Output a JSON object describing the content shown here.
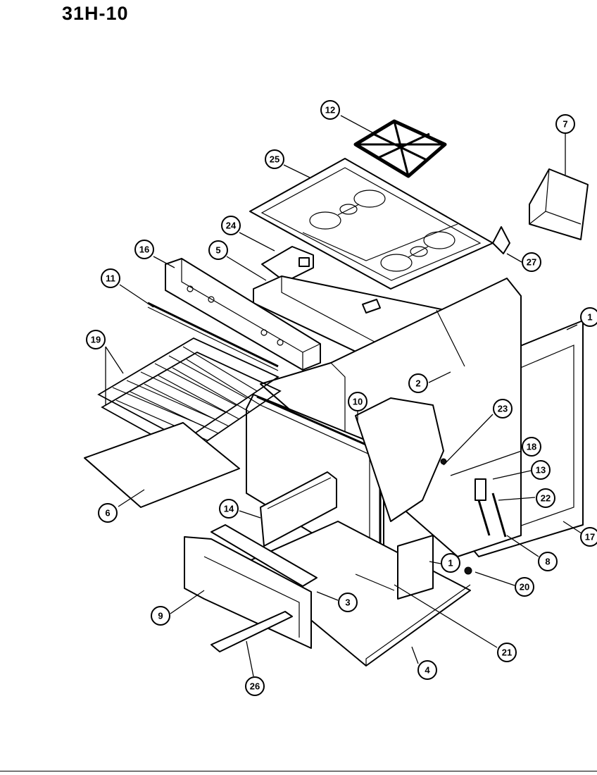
{
  "title": "31H-10",
  "callouts": [
    {
      "label": "12"
    },
    {
      "label": "7"
    },
    {
      "label": "25"
    },
    {
      "label": "24"
    },
    {
      "label": "27"
    },
    {
      "label": "16"
    },
    {
      "label": "5"
    },
    {
      "label": "11"
    },
    {
      "label": "1"
    },
    {
      "label": "19"
    },
    {
      "label": "2"
    },
    {
      "label": "10"
    },
    {
      "label": "23"
    },
    {
      "label": "18"
    },
    {
      "label": "13"
    },
    {
      "label": "22"
    },
    {
      "label": "17"
    },
    {
      "label": "6"
    },
    {
      "label": "14"
    },
    {
      "label": "8"
    },
    {
      "label": "1"
    },
    {
      "label": "20"
    },
    {
      "label": "3"
    },
    {
      "label": "9"
    },
    {
      "label": "21"
    },
    {
      "label": "4"
    },
    {
      "label": "26"
    }
  ]
}
